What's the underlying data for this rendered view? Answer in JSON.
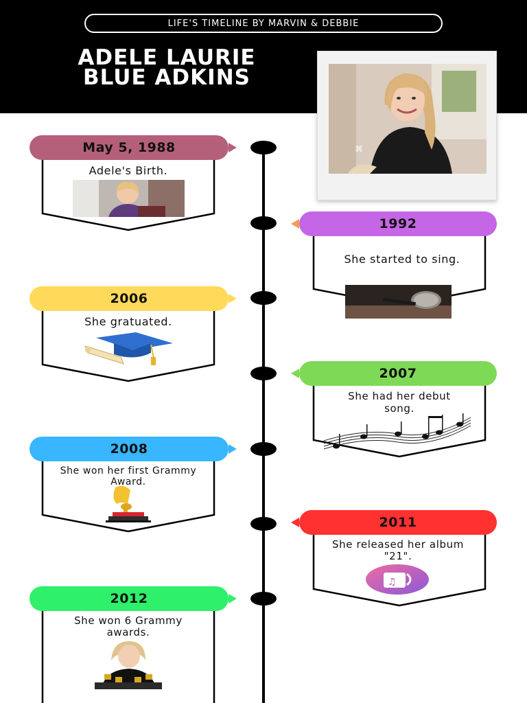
{
  "header": {
    "tagline": "LIFE'S TIMELINE BY MARVIN & DEBBIE",
    "title_line1": "ADELE LAURIE",
    "title_line2": "BLUE ADKINS"
  },
  "events": [
    {
      "date": "May 5, 1988",
      "text": "Adele's Birth.",
      "color": "#b5607a",
      "image": "baby-photo"
    },
    {
      "date": "1992",
      "text": "She started to sing.",
      "color": "#c566e6",
      "image": "microphone"
    },
    {
      "date": "2006",
      "text": "She gratuated.",
      "color": "#ffd95a",
      "image": "graduation-cap"
    },
    {
      "date": "2007",
      "text": "She had her debut song.",
      "color": "#7ed957",
      "image": "music-notes"
    },
    {
      "date": "2008",
      "text": "She won her first Grammy Award.",
      "color": "#38b6ff",
      "image": "grammy-trophy"
    },
    {
      "date": "2011",
      "text": "She released her album \"21\".",
      "color": "#ff3131",
      "image": "music-app-icon"
    },
    {
      "date": "2012",
      "text": "She won 6 Grammy awards.",
      "color": "#2ef06a",
      "image": "adele-with-grammys"
    }
  ]
}
